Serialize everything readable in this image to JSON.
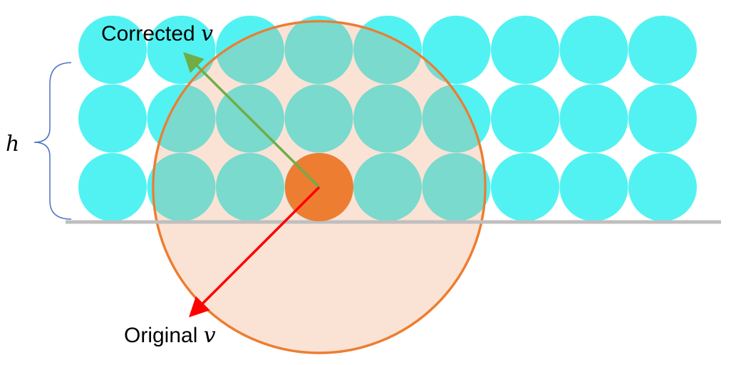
{
  "diagram": {
    "labels": {
      "corrected_text": "Corrected ",
      "original_text": "Original ",
      "v_symbol": "v",
      "h_symbol": "h"
    },
    "grid": {
      "rows": 3,
      "columns": 9
    },
    "colors": {
      "particle": "#52f2f2",
      "particle_covered": "#6ed9cc",
      "highlighted_particle": "#ed7d31",
      "support_circle_fill": "#fae3d5",
      "support_circle_stroke": "#ed7d31",
      "ground_line": "#bfbfbf",
      "brace": "#4a72c4",
      "corrected_arrow": "#70ad47",
      "original_arrow": "#ff0000"
    }
  }
}
